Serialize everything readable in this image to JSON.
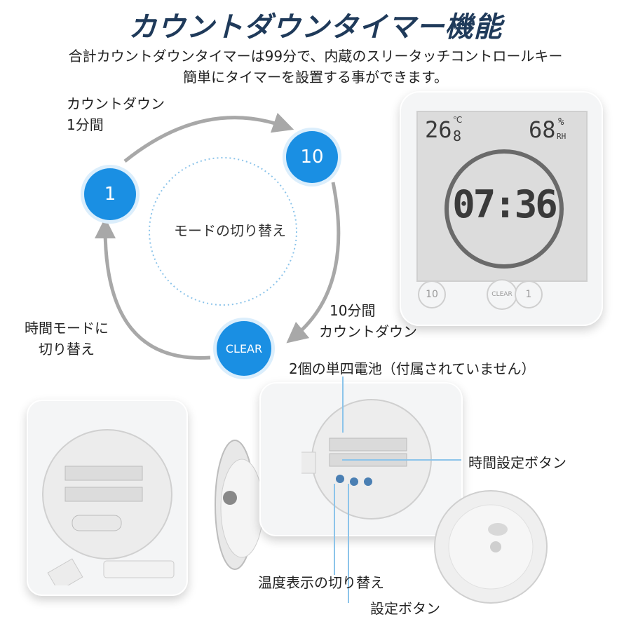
{
  "title": "カウントダウンタイマー機能",
  "description_line1": "合計カウントダウンタイマーは99分で、内蔵のスリータッチコントロールキー",
  "description_line2": "簡単にタイマーを設置する事ができます。",
  "cycle": {
    "label_countdown_1min_line1": "カウントダウン",
    "label_countdown_1min_line2": "1分間",
    "node_1": "1",
    "node_10": "10",
    "node_clear": "CLEAR",
    "center_label": "モードの切り替え",
    "label_countdown_10min_line1": "10分間",
    "label_countdown_10min_line2": "カウントダウン",
    "label_time_mode_line1": "時間モードに",
    "label_time_mode_line2": "切り替え"
  },
  "clock_display": {
    "temperature_main": "26",
    "temperature_decimal": "8",
    "temperature_unit": "℃",
    "humidity": "68",
    "humidity_unit_pct": "%",
    "humidity_unit_rh": "RH",
    "time": "07:36",
    "button_left": "10",
    "button_center": "CLEAR",
    "button_right": "1"
  },
  "callouts": {
    "battery": "2個の単四電池（付属されていません）",
    "time_set_button": "時間設定ボタン",
    "temp_toggle": "温度表示の切り替え",
    "set_button": "設定ボタン"
  },
  "colors": {
    "accent_blue": "#1a8fe3",
    "title_navy": "#1f3a5a",
    "arrow_gray": "#a8a8a8",
    "callout_line": "#8cc4ea"
  }
}
